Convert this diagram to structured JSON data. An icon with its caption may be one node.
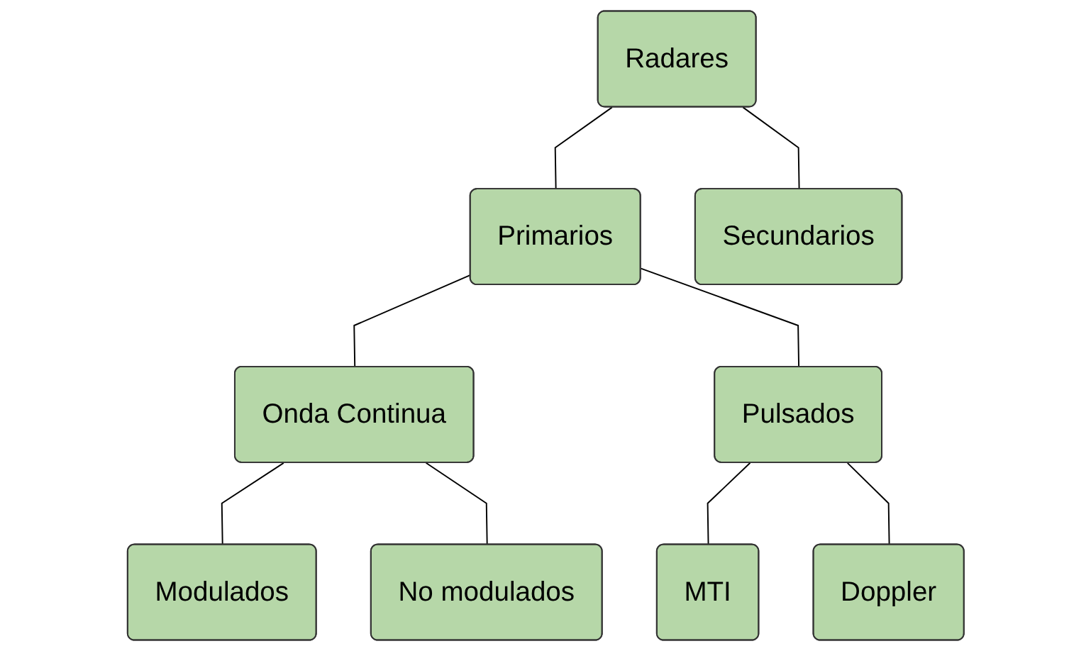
{
  "diagram": {
    "nodes": [
      {
        "text": [
          "Radares"
        ]
      },
      {
        "text": [
          "Primarios"
        ]
      },
      {
        "text": [
          "Secundarios"
        ]
      },
      {
        "text": [
          "Onda Continua"
        ]
      },
      {
        "text": [
          "Modulados"
        ]
      },
      {
        "text": [
          "No modulados"
        ]
      },
      {
        "text": [
          "Pulsados"
        ]
      },
      {
        "text": [
          "MTI"
        ]
      },
      {
        "text": [
          "Doppler"
        ]
      }
    ],
    "edges": [
      {
        "from": 0,
        "to": 1,
        "arrow": "none"
      },
      {
        "from": 0,
        "to": 2,
        "arrow": "none"
      },
      {
        "from": 1,
        "to": 3,
        "arrow": "none"
      },
      {
        "from": 1,
        "to": 6,
        "arrow": "none"
      },
      {
        "from": 3,
        "to": 4,
        "arrow": "none"
      },
      {
        "from": 3,
        "to": 5,
        "arrow": "none"
      },
      {
        "from": 6,
        "to": 7,
        "arrow": "none"
      },
      {
        "from": 6,
        "to": 8,
        "arrow": "none"
      }
    ]
  }
}
